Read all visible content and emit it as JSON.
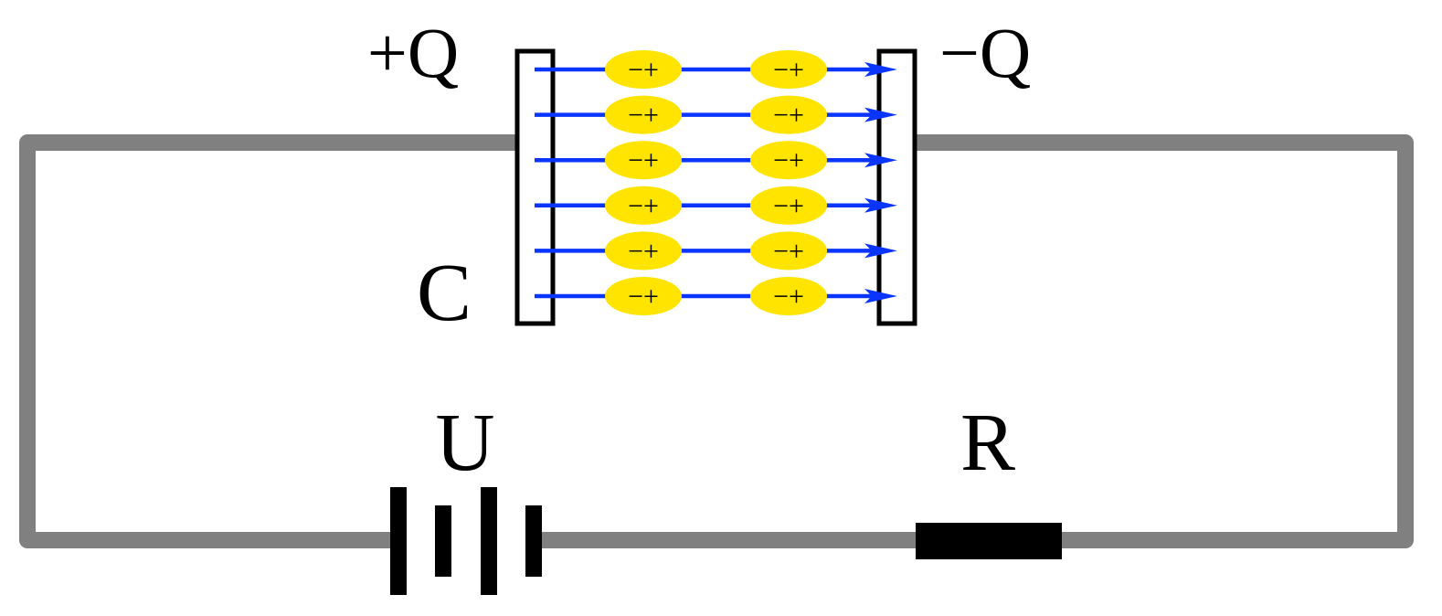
{
  "labels": {
    "plus_q": "+Q",
    "minus_q": "−Q",
    "capacitor": "C",
    "source": "U",
    "resistor": "R"
  },
  "dipole": {
    "text": "−+",
    "columns": 2
  },
  "field_lines": {
    "count": 6
  },
  "colors": {
    "wire": "#808080",
    "field_line": "#0a35ff",
    "dipole_fill": "#ffe400",
    "component": "#000000",
    "background": "#ffffff"
  }
}
